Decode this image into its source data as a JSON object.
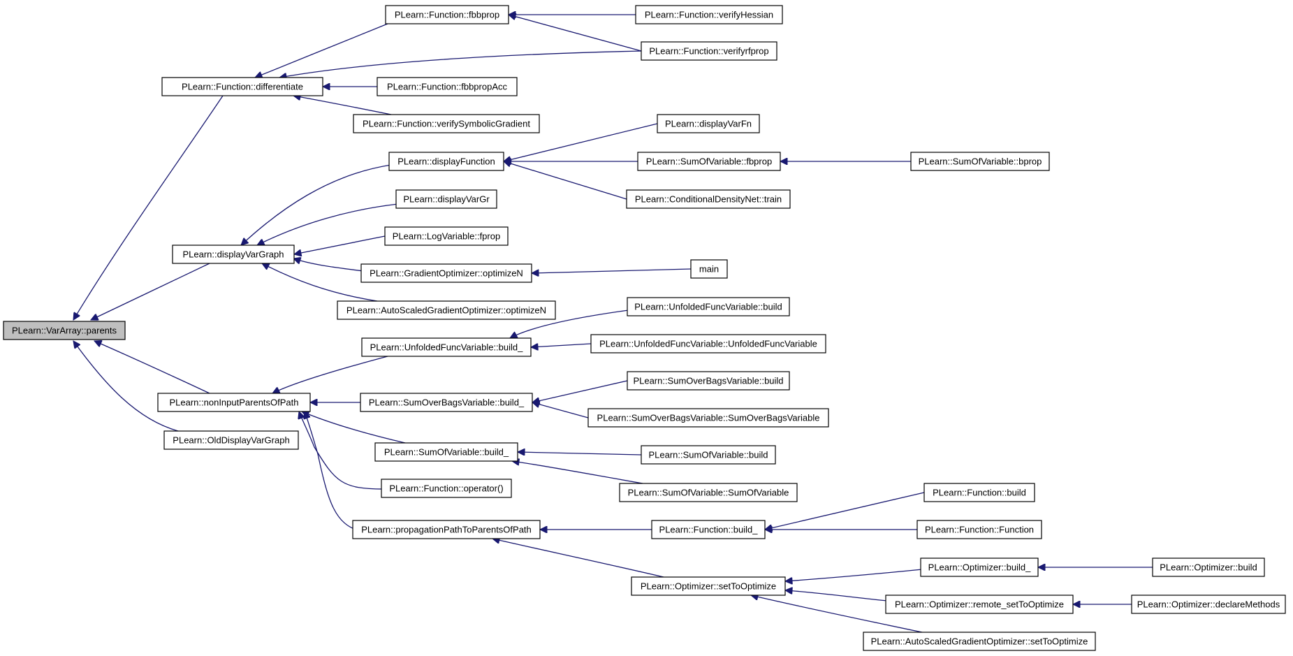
{
  "colors": {
    "edge": "#191970",
    "root_fill": "#bfbfbf",
    "node_fill": "#ffffff",
    "node_border": "#000000"
  },
  "graph": {
    "root": "PLearn::VarArray::parents",
    "nodes": {
      "n0": "PLearn::VarArray::parents",
      "n1": "PLearn::Function::differentiate",
      "n2": "PLearn::displayVarGraph",
      "n3": "PLearn::nonInputParentsOfPath",
      "n4": "PLearn::OldDisplayVarGraph",
      "n5": "PLearn::Function::fbbprop",
      "n6": "PLearn::Function::fbbpropAcc",
      "n7": "PLearn::Function::verifySymbolicGradient",
      "n8": "PLearn::Function::verifyrfprop",
      "n9": "PLearn::Function::verifyHessian",
      "n10": "PLearn::displayFunction",
      "n11": "PLearn::displayVarGr",
      "n12": "PLearn::LogVariable::fprop",
      "n13": "PLearn::GradientOptimizer::optimizeN",
      "n14": "PLearn::AutoScaledGradientOptimizer::optimizeN",
      "n15": "PLearn::displayVarFn",
      "n16": "PLearn::SumOfVariable::fbprop",
      "n17": "PLearn::ConditionalDensityNet::train",
      "n18": "PLearn::SumOfVariable::bprop",
      "n19": "main",
      "n20": "PLearn::UnfoldedFuncVariable::build_",
      "n21": "PLearn::SumOverBagsVariable::build_",
      "n22": "PLearn::SumOfVariable::build_",
      "n23": "PLearn::Function::operator()",
      "n24": "PLearn::propagationPathToParentsOfPath",
      "n25": "PLearn::UnfoldedFuncVariable::build",
      "n26": "PLearn::UnfoldedFuncVariable::UnfoldedFuncVariable",
      "n27": "PLearn::SumOverBagsVariable::build",
      "n28": "PLearn::SumOverBagsVariable::SumOverBagsVariable",
      "n29": "PLearn::SumOfVariable::build",
      "n30": "PLearn::SumOfVariable::SumOfVariable",
      "n31": "PLearn::Function::build_",
      "n32": "PLearn::Optimizer::setToOptimize",
      "n33": "PLearn::Function::build",
      "n34": "PLearn::Function::Function",
      "n35": "PLearn::Optimizer::build_",
      "n36": "PLearn::Optimizer::remote_setToOptimize",
      "n37": "PLearn::AutoScaledGradientOptimizer::setToOptimize",
      "n38": "PLearn::Optimizer::build",
      "n39": "PLearn::Optimizer::declareMethods"
    },
    "edges": [
      [
        "n1",
        "n0"
      ],
      [
        "n2",
        "n0"
      ],
      [
        "n3",
        "n0"
      ],
      [
        "n4",
        "n0"
      ],
      [
        "n5",
        "n1"
      ],
      [
        "n6",
        "n1"
      ],
      [
        "n7",
        "n1"
      ],
      [
        "n8",
        "n1"
      ],
      [
        "n9",
        "n5"
      ],
      [
        "n8",
        "n5"
      ],
      [
        "n10",
        "n2"
      ],
      [
        "n11",
        "n2"
      ],
      [
        "n12",
        "n2"
      ],
      [
        "n13",
        "n2"
      ],
      [
        "n14",
        "n2"
      ],
      [
        "n15",
        "n10"
      ],
      [
        "n16",
        "n10"
      ],
      [
        "n17",
        "n10"
      ],
      [
        "n18",
        "n16"
      ],
      [
        "n19",
        "n13"
      ],
      [
        "n20",
        "n3"
      ],
      [
        "n21",
        "n3"
      ],
      [
        "n22",
        "n3"
      ],
      [
        "n23",
        "n3"
      ],
      [
        "n24",
        "n3"
      ],
      [
        "n25",
        "n20"
      ],
      [
        "n26",
        "n20"
      ],
      [
        "n27",
        "n21"
      ],
      [
        "n28",
        "n21"
      ],
      [
        "n29",
        "n22"
      ],
      [
        "n30",
        "n22"
      ],
      [
        "n31",
        "n24"
      ],
      [
        "n32",
        "n24"
      ],
      [
        "n33",
        "n31"
      ],
      [
        "n34",
        "n31"
      ],
      [
        "n35",
        "n32"
      ],
      [
        "n36",
        "n32"
      ],
      [
        "n37",
        "n32"
      ],
      [
        "n38",
        "n35"
      ],
      [
        "n39",
        "n36"
      ]
    ]
  }
}
